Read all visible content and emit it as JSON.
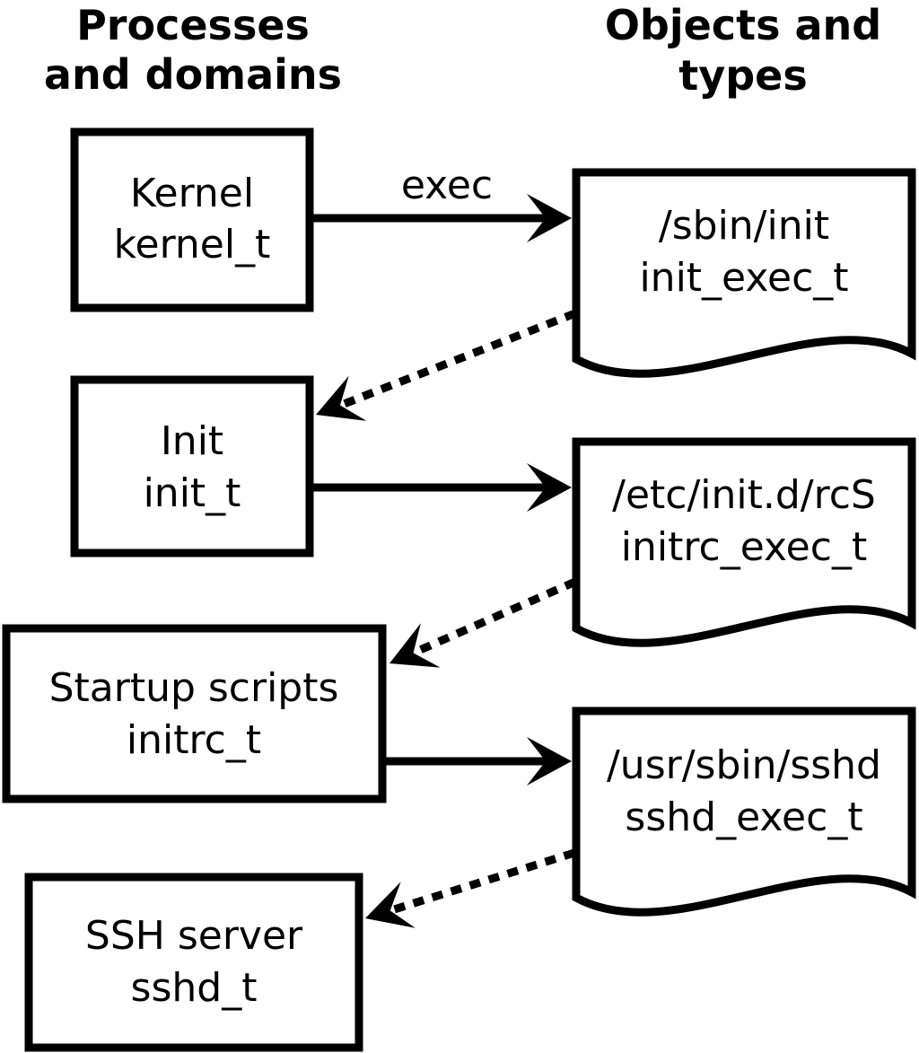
{
  "colors": {
    "foreground": "#000000",
    "background": "#ffffff"
  },
  "headings": {
    "left": {
      "line1": "Processes",
      "line2": "and domains"
    },
    "right": {
      "line1": "Objects and",
      "line2": "types"
    }
  },
  "process_boxes": [
    {
      "name": "Kernel",
      "domain": "kernel_t"
    },
    {
      "name": "Init",
      "domain": "init_t"
    },
    {
      "name": "Startup scripts",
      "domain": "initrc_t"
    },
    {
      "name": "SSH server",
      "domain": "sshd_t"
    }
  ],
  "object_docs": [
    {
      "path": "/sbin/init",
      "type": "init_exec_t"
    },
    {
      "path": "/etc/init.d/rcS",
      "type": "initrc_exec_t"
    },
    {
      "path": "/usr/sbin/sshd",
      "type": "sshd_exec_t"
    }
  ],
  "edges": {
    "exec_label": "exec",
    "solid": [
      {
        "from": "Kernel kernel_t",
        "to": "/sbin/init init_exec_t",
        "label": "exec"
      },
      {
        "from": "Init init_t",
        "to": "/etc/init.d/rcS initrc_exec_t",
        "label": ""
      },
      {
        "from": "Startup scripts initrc_t",
        "to": "/usr/sbin/sshd sshd_exec_t",
        "label": ""
      }
    ],
    "dotted": [
      {
        "from": "/sbin/init init_exec_t",
        "to": "Init init_t"
      },
      {
        "from": "/etc/init.d/rcS initrc_exec_t",
        "to": "Startup scripts initrc_t"
      },
      {
        "from": "/usr/sbin/sshd sshd_exec_t",
        "to": "SSH server sshd_t"
      }
    ]
  }
}
